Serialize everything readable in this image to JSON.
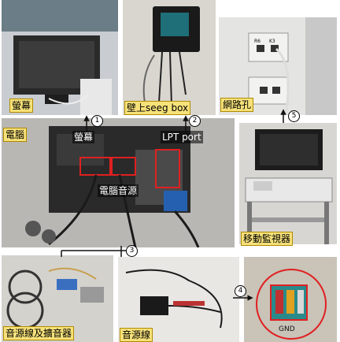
{
  "labels": {
    "monitor": "螢幕",
    "wall_seeg": "壁上seeg box",
    "network_port": "網路孔",
    "computer": "電腦",
    "monitor_conn": "螢幕",
    "lpt_port": "LPT port",
    "computer_audio": "電腦音源",
    "mobile_monitor": "移動監視器",
    "audio_amp": "音源線及擴音器",
    "audio_cable": "音源線"
  },
  "steps": [
    "1",
    "2",
    "3",
    "4",
    "5"
  ],
  "photo_text": {
    "wall_port_r": "R6",
    "wall_port_k": "K3",
    "terminal": "GND"
  },
  "colors": {
    "highlight": "#e02020",
    "arrow": "#111111"
  }
}
